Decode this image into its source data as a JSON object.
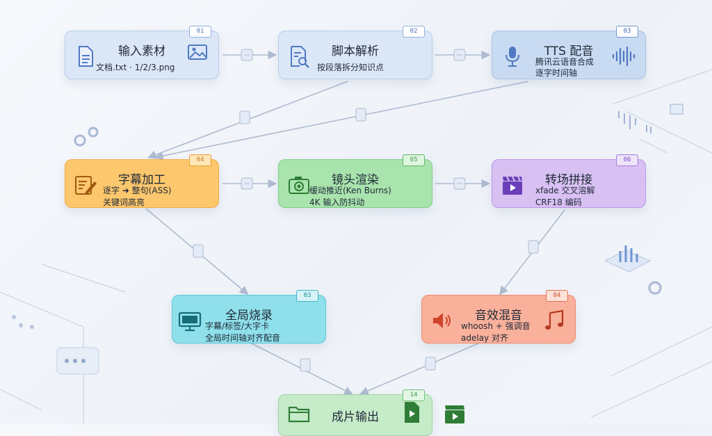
{
  "nodes": [
    {
      "id": "n1",
      "badge": "01",
      "title": "输入素材",
      "lines": [
        "文档.txt · 1/2/3.png"
      ],
      "color": "#dbe7f7",
      "border": "#b7cde8",
      "icon": "document-icon",
      "icon2": "image-icon"
    },
    {
      "id": "n2",
      "badge": "02",
      "title": "脚本解析",
      "lines": [
        "按段落拆分知识点"
      ],
      "color": "#dbe7f7",
      "border": "#b7cde8",
      "icon": "magnify-document-icon"
    },
    {
      "id": "n3",
      "badge": "03",
      "title": "TTS 配音",
      "lines": [
        "腾讯云语音合成",
        "逐字时间轴"
      ],
      "color": "#c9dbf2",
      "border": "#a9c3e6",
      "icon": "microphone-icon",
      "icon2": "waveform-icon"
    },
    {
      "id": "n4",
      "badge": "04",
      "title": "字幕加工",
      "lines": [
        "逐字 ➜ 整句(ASS)",
        "关键词高亮"
      ],
      "color": "#fcc76d",
      "border": "#f2ad45",
      "icon": "edit-note-icon"
    },
    {
      "id": "n5",
      "badge": "05",
      "title": "镜头渲染",
      "lines": [
        "缓动推近(Ken Burns)",
        "4K 输入防抖动"
      ],
      "color": "#a9e3ad",
      "border": "#7dcf84",
      "icon": "camera-icon"
    },
    {
      "id": "n6",
      "badge": "06",
      "title": "转场拼接",
      "lines": [
        "xfade 交叉溶解",
        "CRF18 编码"
      ],
      "color": "#d8c0f3",
      "border": "#b995e6",
      "icon": "clapperboard-icon"
    },
    {
      "id": "n7",
      "badge": "03",
      "title": "全局烧录",
      "lines": [
        "字幕/标签/大字卡",
        "全局时间轴对齐配音"
      ],
      "color": "#8fe0eb",
      "border": "#5cc8d8",
      "icon": "monitor-icon"
    },
    {
      "id": "n8",
      "badge": "04",
      "title": "音效混音",
      "lines": [
        "whoosh + 强调音",
        "adelay 对齐"
      ],
      "color": "#fab19b",
      "border": "#ef8b70",
      "icon": "speaker-icon",
      "icon2": "music-note-icon"
    },
    {
      "id": "n9",
      "badge": "14",
      "title": "成片输出",
      "lines": [],
      "color": "#c6ebc9",
      "border": "#9ad6a0",
      "icon": "folder-icon",
      "icon2": "play-file-icon"
    }
  ],
  "colors": {
    "arrow": "#aebbd0",
    "text": "#1f2937"
  }
}
